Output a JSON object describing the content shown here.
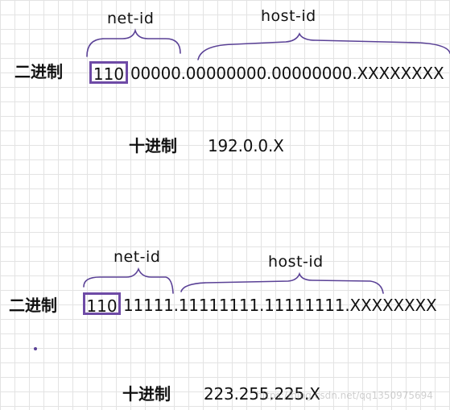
{
  "colors": {
    "brace": "#5a4196",
    "box": "#6e4aa6",
    "grid": "#e3e3e3",
    "text": "#111111"
  },
  "example1": {
    "net_label": "net-id",
    "host_label": "host-id",
    "binary_label": "二进制",
    "class_bits": "110",
    "binary_rest": "00000.00000000.00000000.XXXXXXXX",
    "decimal_label": "十进制",
    "decimal_value": "192.0.0.X"
  },
  "example2": {
    "net_label": "net-id",
    "host_label": "host-id",
    "binary_label": "二进制",
    "class_bits": "110",
    "binary_rest": "11111.11111111.11111111.XXXXXXXX",
    "decimal_label": "十进制",
    "decimal_value": "223.255.225.X"
  },
  "watermark": "https://blog.csdn.net/qq1350975694"
}
